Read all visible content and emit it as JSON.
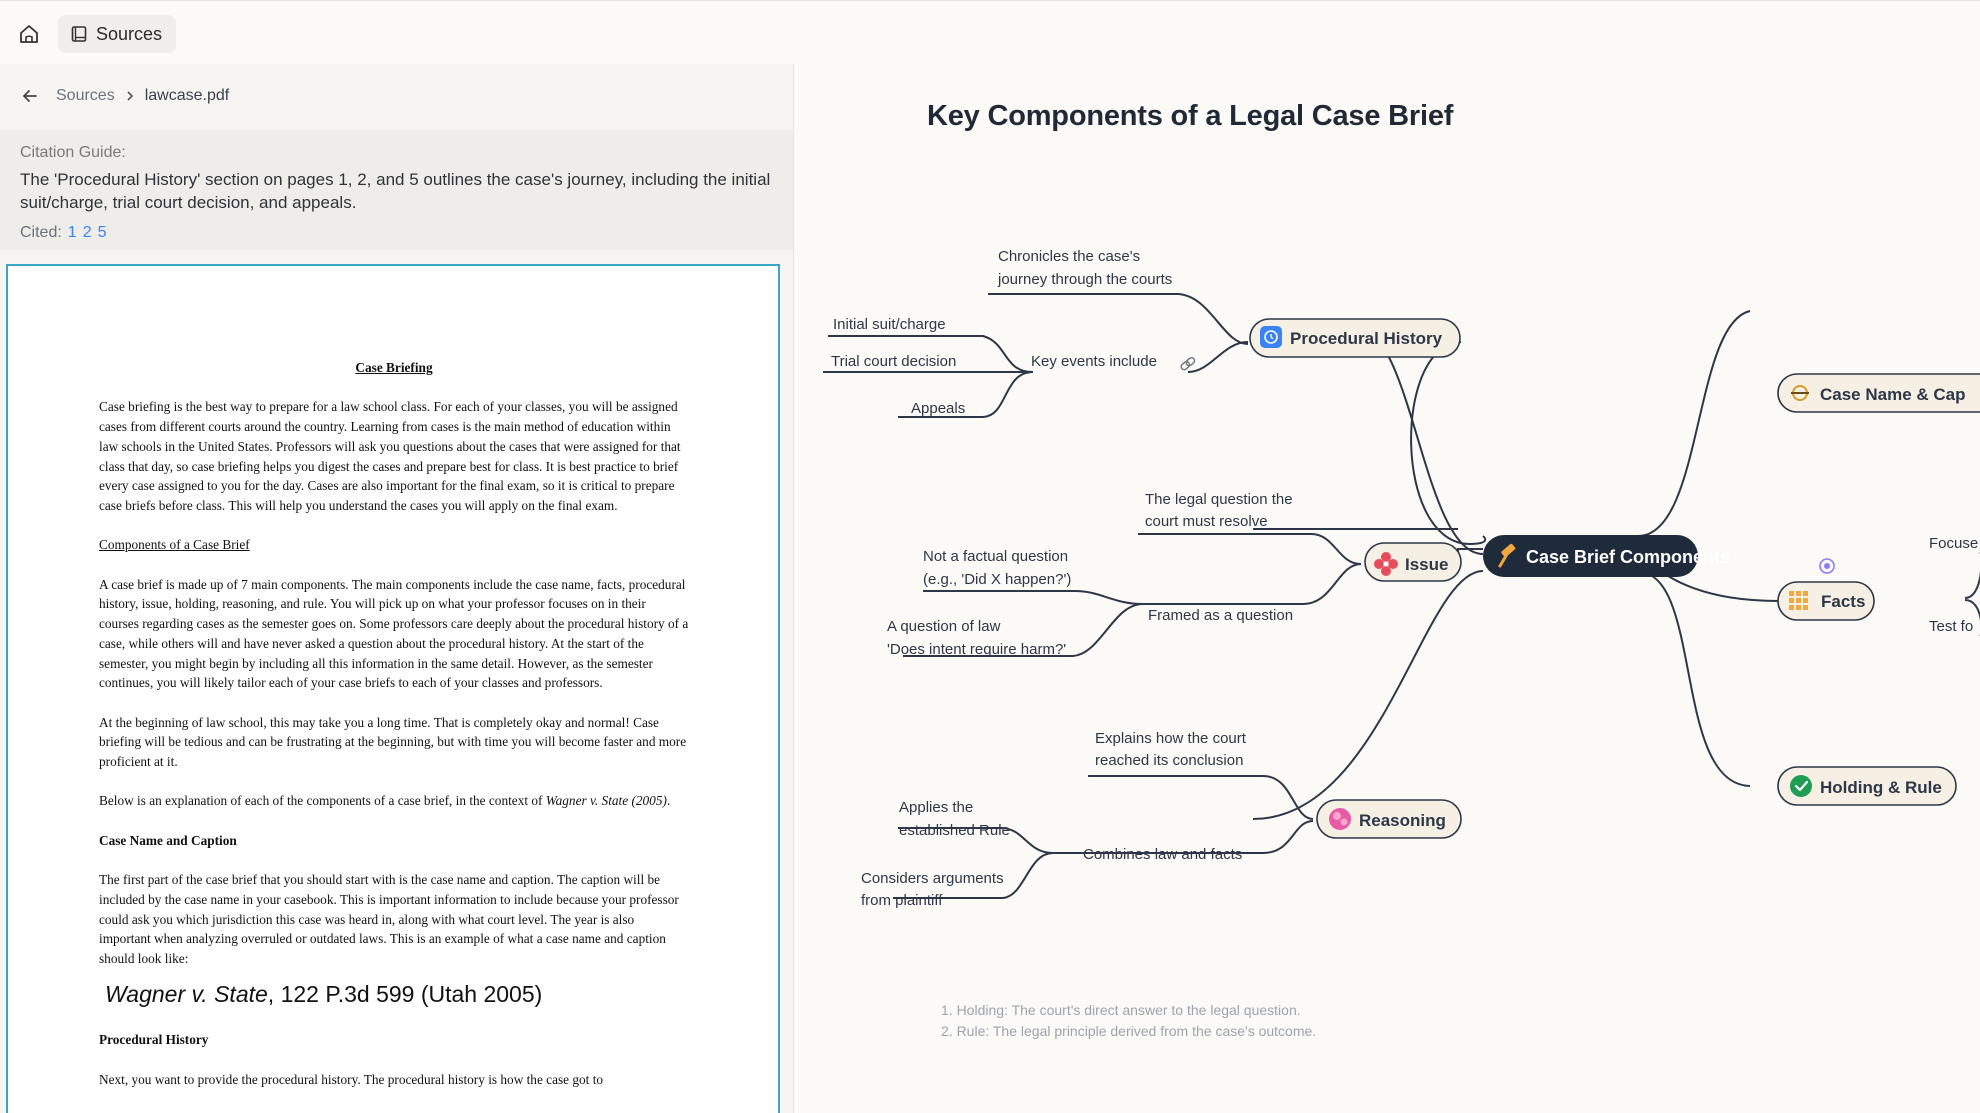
{
  "topbar": {
    "home_icon": "home-icon",
    "sources_tab_label": "Sources"
  },
  "breadcrumb": {
    "root": "Sources",
    "current": "lawcase.pdf"
  },
  "citation": {
    "label": "Citation Guide:",
    "text": "The 'Procedural History' section on pages 1, 2, and 5 outlines the case's journey, including the initial suit/charge, trial court decision, and appeals.",
    "cited_label": "Cited:",
    "pages": [
      "1",
      "2",
      "5"
    ]
  },
  "document": {
    "title": "Case Briefing",
    "p1": "Case briefing is the best way to prepare for a law school class. For each of your classes, you will be assigned cases from different courts around the country. Learning from cases is the main method of education within law schools in the United States. Professors will ask you questions about the cases that were assigned for that class that day, so case briefing helps you digest the cases and prepare best for class. It is best practice to brief every case assigned to you for the day. Cases are also important for the final exam, so it is critical to prepare case briefs before class. This will help you understand the cases you will apply on the final exam.",
    "subtitle": "Components of a Case Brief",
    "p2": "A case brief is made up of 7 main components. The main components include the case name, facts, procedural history, issue, holding, reasoning, and rule. You will pick up on what your professor focuses on in their courses regarding cases as the semester goes on. Some professors care deeply about the procedural history of a case, while others will and have never asked a question about the procedural history. At the start of the semester, you might begin by including all this information in the same detail. However, as the semester continues, you will likely tailor each of your case briefs to each of your classes and professors.",
    "p3": "At the beginning of law school, this may take you a long time. That is completely okay and normal! Case briefing will be tedious and can be frustrating at the beginning, but with time you will become faster and more proficient at it.",
    "p4_pre": "Below is an explanation of each of the components of a case brief, in the context of ",
    "p4_italic": "Wagner v. State (2005)",
    "p4_post": ".",
    "h_case_name": "Case Name and Caption",
    "p5": "The first part of the case brief that you should start with is the case name and caption. The caption will be included by the case name in your casebook. This is important information to include because your professor could ask you which jurisdiction this case was heard in, along with what court level. The year is also important when analyzing overruled or outdated laws. This is an example of what a case name and caption should look like:",
    "example_italic": "Wagner v. State",
    "example_rest": ", 122 P.3d 599 (Utah 2005)",
    "h_procedural": "Procedural History",
    "p6": "Next, you want to provide the procedural history. The procedural history is how the case got to"
  },
  "mindmap": {
    "title": "Key Components of a Legal Case Brief",
    "central": "Case Brief Components",
    "nodes": {
      "procedural_history": "Procedural History",
      "issue": "Issue",
      "reasoning": "Reasoning",
      "case_name": "Case Name & Cap",
      "facts": "Facts",
      "holding_rule": "Holding & Rule"
    },
    "leaves": {
      "chronicles_1": "Chronicles the case's",
      "chronicles_2": "journey through the courts",
      "key_events": "Key events include",
      "initial_suit": "Initial suit/charge",
      "trial_court": "Trial court decision",
      "appeals": "Appeals",
      "legal_q_1": "The legal question the",
      "legal_q_2": "court must resolve",
      "framed": "Framed as a question",
      "not_factual_1": "Not a factual question",
      "not_factual_2": "(e.g., 'Did X happen?')",
      "q_law_1": "A question of law",
      "q_law_2": "'Does intent require harm?'",
      "explains_1": "Explains how the court",
      "explains_2": "reached its conclusion",
      "combines": "Combines law and facts",
      "applies_1": "Applies the",
      "applies_2": "established Rule",
      "considers_1": "Considers arguments",
      "considers_2": "from plaintiff",
      "focuse": "Focuse",
      "test_fo": "Test fo"
    },
    "footnotes": [
      "1. Holding: The court's direct answer to the legal question.",
      "2. Rule: The legal principle derived from the case's outcome."
    ]
  },
  "colors": {
    "accent": "#3aa6c8",
    "link": "#3b82f6",
    "node_fill": "#f5efe4",
    "central_fill": "#1f2a3a",
    "edge": "#2d3748"
  }
}
